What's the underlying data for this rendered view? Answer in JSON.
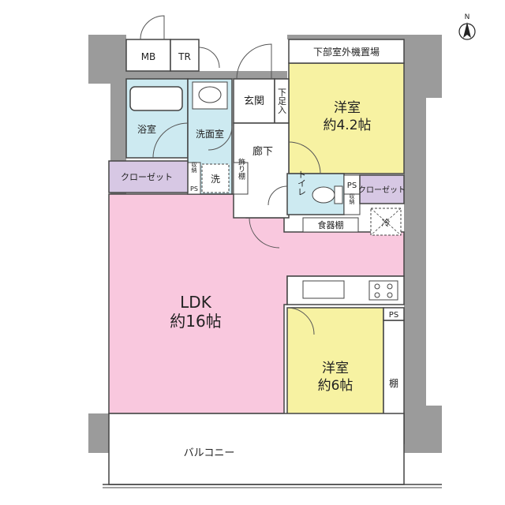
{
  "colors": {
    "ldk": "#f9c8de",
    "western_room": "#f7f2a2",
    "wet_area": "#cdeaf1",
    "closet": "#d7c8e4",
    "wall": "#9b9b9b",
    "line": "#444444"
  },
  "icons": {
    "compass": "north-arrow-icon"
  },
  "labels": {
    "north": "N",
    "mb": "MB",
    "tr": "TR",
    "outdoor_unit": "下部室外機置場",
    "entrance": "玄関",
    "shoe_storage": "下足入",
    "bath": "浴室",
    "washroom": "洗面室",
    "washer": "洗",
    "corridor": "廊下",
    "display_shelf": "飾り棚",
    "closet_left": "クローゼット",
    "storage_small": "収納",
    "ps": "PS",
    "toilet": "トイレ",
    "closet_right": "クローゼット",
    "fridge": "冷",
    "cupboard": "食器棚",
    "room1_name": "洋室",
    "room1_size": "約4.2帖",
    "ldk_name": "LDK",
    "ldk_size": "約16帖",
    "room2_name": "洋室",
    "room2_size": "約6帖",
    "shelf": "棚",
    "balcony": "バルコニー"
  }
}
